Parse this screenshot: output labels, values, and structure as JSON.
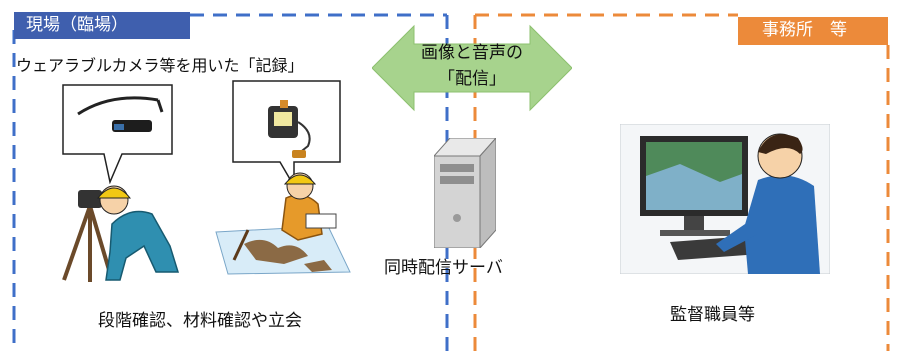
{
  "site_label": "現場（臨場）",
  "office_label": "事務所　等",
  "camera_caption": "ウェアラブルカメラ等を用いた「記録」",
  "arrow": {
    "line1": "画像と音声の",
    "line2": "「配信」"
  },
  "server_caption": "同時配信サーバ",
  "site_caption": "段階確認、材料確認や立会",
  "office_caption": "監督職員等",
  "colors": {
    "site_accent": "#3f5fae",
    "office_accent": "#ec8a3a",
    "arrow_fill": "#a7d38d",
    "helmet": "#f2c814",
    "worker_suit": "#2f8fb0"
  }
}
